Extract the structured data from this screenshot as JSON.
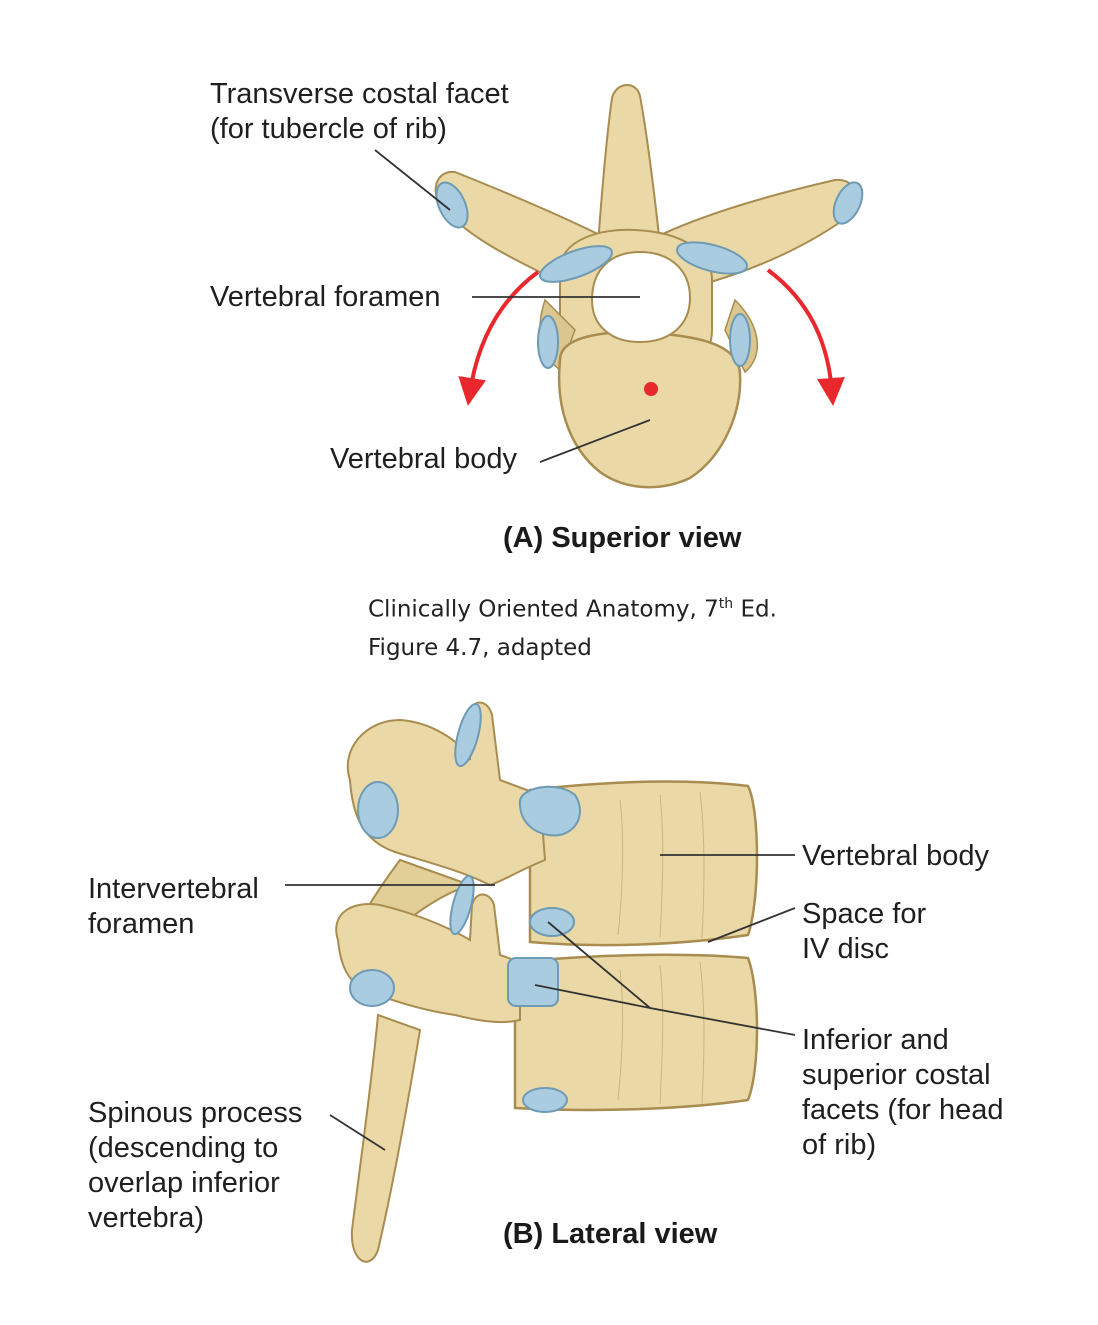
{
  "colors": {
    "bone": "#ead9a6",
    "bone_shadow": "#cdb57a",
    "bone_outline": "#a88c50",
    "cartilage": "#a9cce0",
    "cartilage_outline": "#6f9ab4",
    "arrow": "#e8282c",
    "leader": "#333333"
  },
  "superior": {
    "label_transverse_l1": "Transverse costal facet",
    "label_transverse_l2": "(for tubercle of rib)",
    "label_foramen": "Vertebral foramen",
    "label_body": "Vertebral body",
    "caption": "(A) Superior view"
  },
  "source": {
    "line1_pre": "Clinically Oriented Anatomy, 7",
    "line1_sup": "th",
    "line1_post": " Ed.",
    "line2": "Figure 4.7, adapted"
  },
  "lateral": {
    "label_ivf_l1": "Intervertebral",
    "label_ivf_l2": "foramen",
    "label_body": "Vertebral body",
    "label_disc_l1": "Space for",
    "label_disc_l2": "IV disc",
    "label_facets_l1": "Inferior and",
    "label_facets_l2": "superior costal",
    "label_facets_l3": "facets (for head",
    "label_facets_l4": "of rib)",
    "label_spinous_l1": "Spinous process",
    "label_spinous_l2": "(descending to",
    "label_spinous_l3": "overlap inferior",
    "label_spinous_l4": "vertebra)",
    "caption": "(B) Lateral view"
  }
}
